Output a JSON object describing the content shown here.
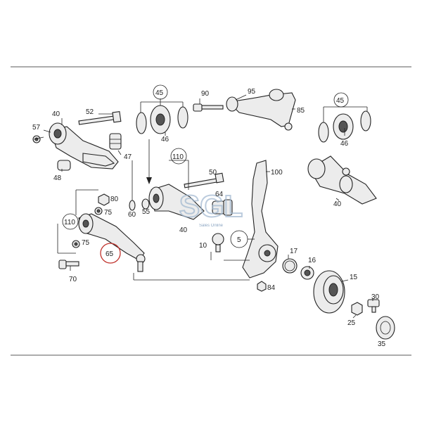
{
  "labels": {
    "l40a": "40",
    "l52": "52",
    "l57": "57",
    "l48": "48",
    "l47": "47",
    "l45a": "45",
    "l46a": "46",
    "l90": "90",
    "l95": "95",
    "l85": "85",
    "l45b": "45",
    "l46b": "46",
    "l110a": "110",
    "l50": "50",
    "l100": "100",
    "l40b": "40",
    "l80": "80",
    "l75a": "75",
    "l60": "60",
    "l55": "55",
    "l64": "64",
    "l110b": "110",
    "l40c": "40",
    "l5": "5",
    "l75b": "75",
    "l10": "10",
    "l17": "17",
    "l65": "65",
    "l16": "16",
    "l70": "70",
    "l15": "15",
    "l84": "84",
    "l30": "30",
    "l25": "25",
    "l35": "35"
  },
  "watermark": {
    "logo": "SGL",
    "subtitle": "Sales Online"
  },
  "colors": {
    "line": "#222222",
    "part_fill": "#ececec",
    "highlight_circle": "#c0302a",
    "watermark": "#9fb6cf"
  }
}
